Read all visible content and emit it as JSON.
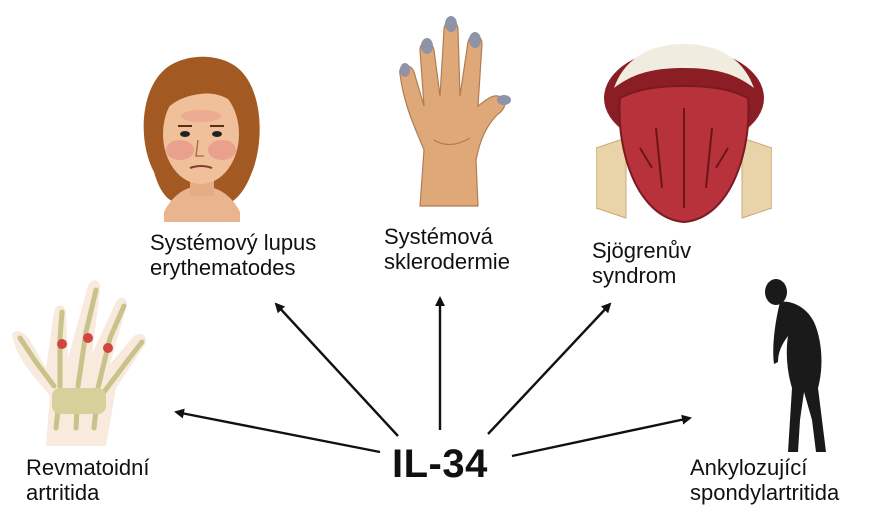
{
  "center_label": "IL-34",
  "diseases": {
    "sle": {
      "line1": "Systémový lupus",
      "line2": "erythematodes",
      "icon": "face-rash-icon"
    },
    "ssc": {
      "line1": "Systémová",
      "line2": "sklerodermie",
      "icon": "hand-icon"
    },
    "sjogren": {
      "line1": "Sjögrenův",
      "line2": "syndrom",
      "icon": "mouth-tongue-icon"
    },
    "ra": {
      "line1": "Revmatoidní",
      "line2": "artritida",
      "icon": "hand-skeleton-icon"
    },
    "as": {
      "line1": "Ankylozující",
      "line2": "spondylartritida",
      "icon": "bent-person-silhouette-icon"
    }
  },
  "colors": {
    "arrow": "#111111",
    "skin": "#e9b48e",
    "hair": "#a35a22",
    "tongue": "#b8323c",
    "bone": "#e7e1b8"
  }
}
